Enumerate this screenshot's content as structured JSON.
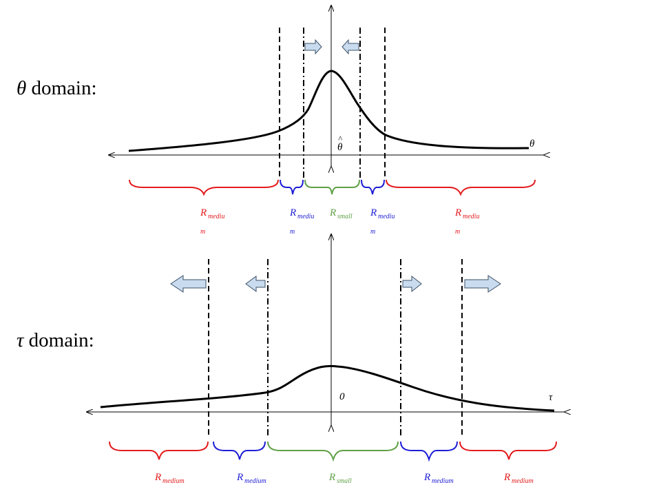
{
  "colors": {
    "red": "#e31a1c",
    "blue": "#1c1cd6",
    "green": "#5ea045",
    "arrow_fill": "#c9dcef",
    "arrow_stroke": "#3b4f66"
  },
  "theta_panel": {
    "title_symbol": "θ",
    "title_text": " domain:",
    "axis_label": "θ",
    "peak_label": "θ",
    "peak_hat": "^",
    "regions": [
      {
        "color": "red",
        "R": "R",
        "sub": "mediu",
        "wrap": "m"
      },
      {
        "color": "blue",
        "R": "R",
        "sub": "mediu",
        "wrap": "m"
      },
      {
        "color": "green",
        "R": "R",
        "sub": "small",
        "wrap": ""
      },
      {
        "color": "blue",
        "R": "R",
        "sub": "mediu",
        "wrap": "m"
      },
      {
        "color": "red",
        "R": "R",
        "sub": "mediu",
        "wrap": "m"
      }
    ]
  },
  "tau_panel": {
    "title_symbol": "τ",
    "title_text": " domain:",
    "axis_label": "τ",
    "origin_label": "0",
    "regions": [
      {
        "color": "red",
        "R": "R",
        "sub": "medium"
      },
      {
        "color": "blue",
        "R": "R",
        "sub": "medium"
      },
      {
        "color": "green",
        "R": "R",
        "sub": "small"
      },
      {
        "color": "blue",
        "R": "R",
        "sub": "medium"
      },
      {
        "color": "red",
        "R": "R",
        "sub": "medium"
      }
    ]
  }
}
